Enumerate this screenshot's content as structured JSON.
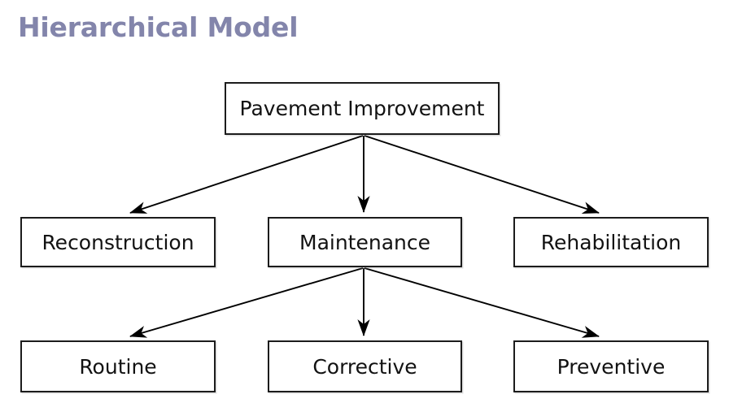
{
  "diagram": {
    "title": "Hierarchical Model",
    "title_color": "#8385ab",
    "background_color": "#ffffff",
    "node_border_color": "#1c1c1c",
    "node_fill_color": "#ffffff",
    "node_text_color": "#121212",
    "edge_color": "#000000",
    "type": "hierarchy-tree",
    "levels": 3,
    "nodes": {
      "root": {
        "label": "Pavement Improvement",
        "level": 1
      },
      "reconstruction": {
        "label": "Reconstruction",
        "level": 2
      },
      "maintenance": {
        "label": "Maintenance",
        "level": 2
      },
      "rehabilitation": {
        "label": "Rehabilitation",
        "level": 2
      },
      "routine": {
        "label": "Routine",
        "level": 3
      },
      "corrective": {
        "label": "Corrective",
        "level": 3
      },
      "preventive": {
        "label": "Preventive",
        "level": 3
      }
    },
    "edges": [
      {
        "from": "root",
        "to": "reconstruction"
      },
      {
        "from": "root",
        "to": "maintenance"
      },
      {
        "from": "root",
        "to": "rehabilitation"
      },
      {
        "from": "maintenance",
        "to": "routine"
      },
      {
        "from": "maintenance",
        "to": "corrective"
      },
      {
        "from": "maintenance",
        "to": "preventive"
      }
    ]
  }
}
